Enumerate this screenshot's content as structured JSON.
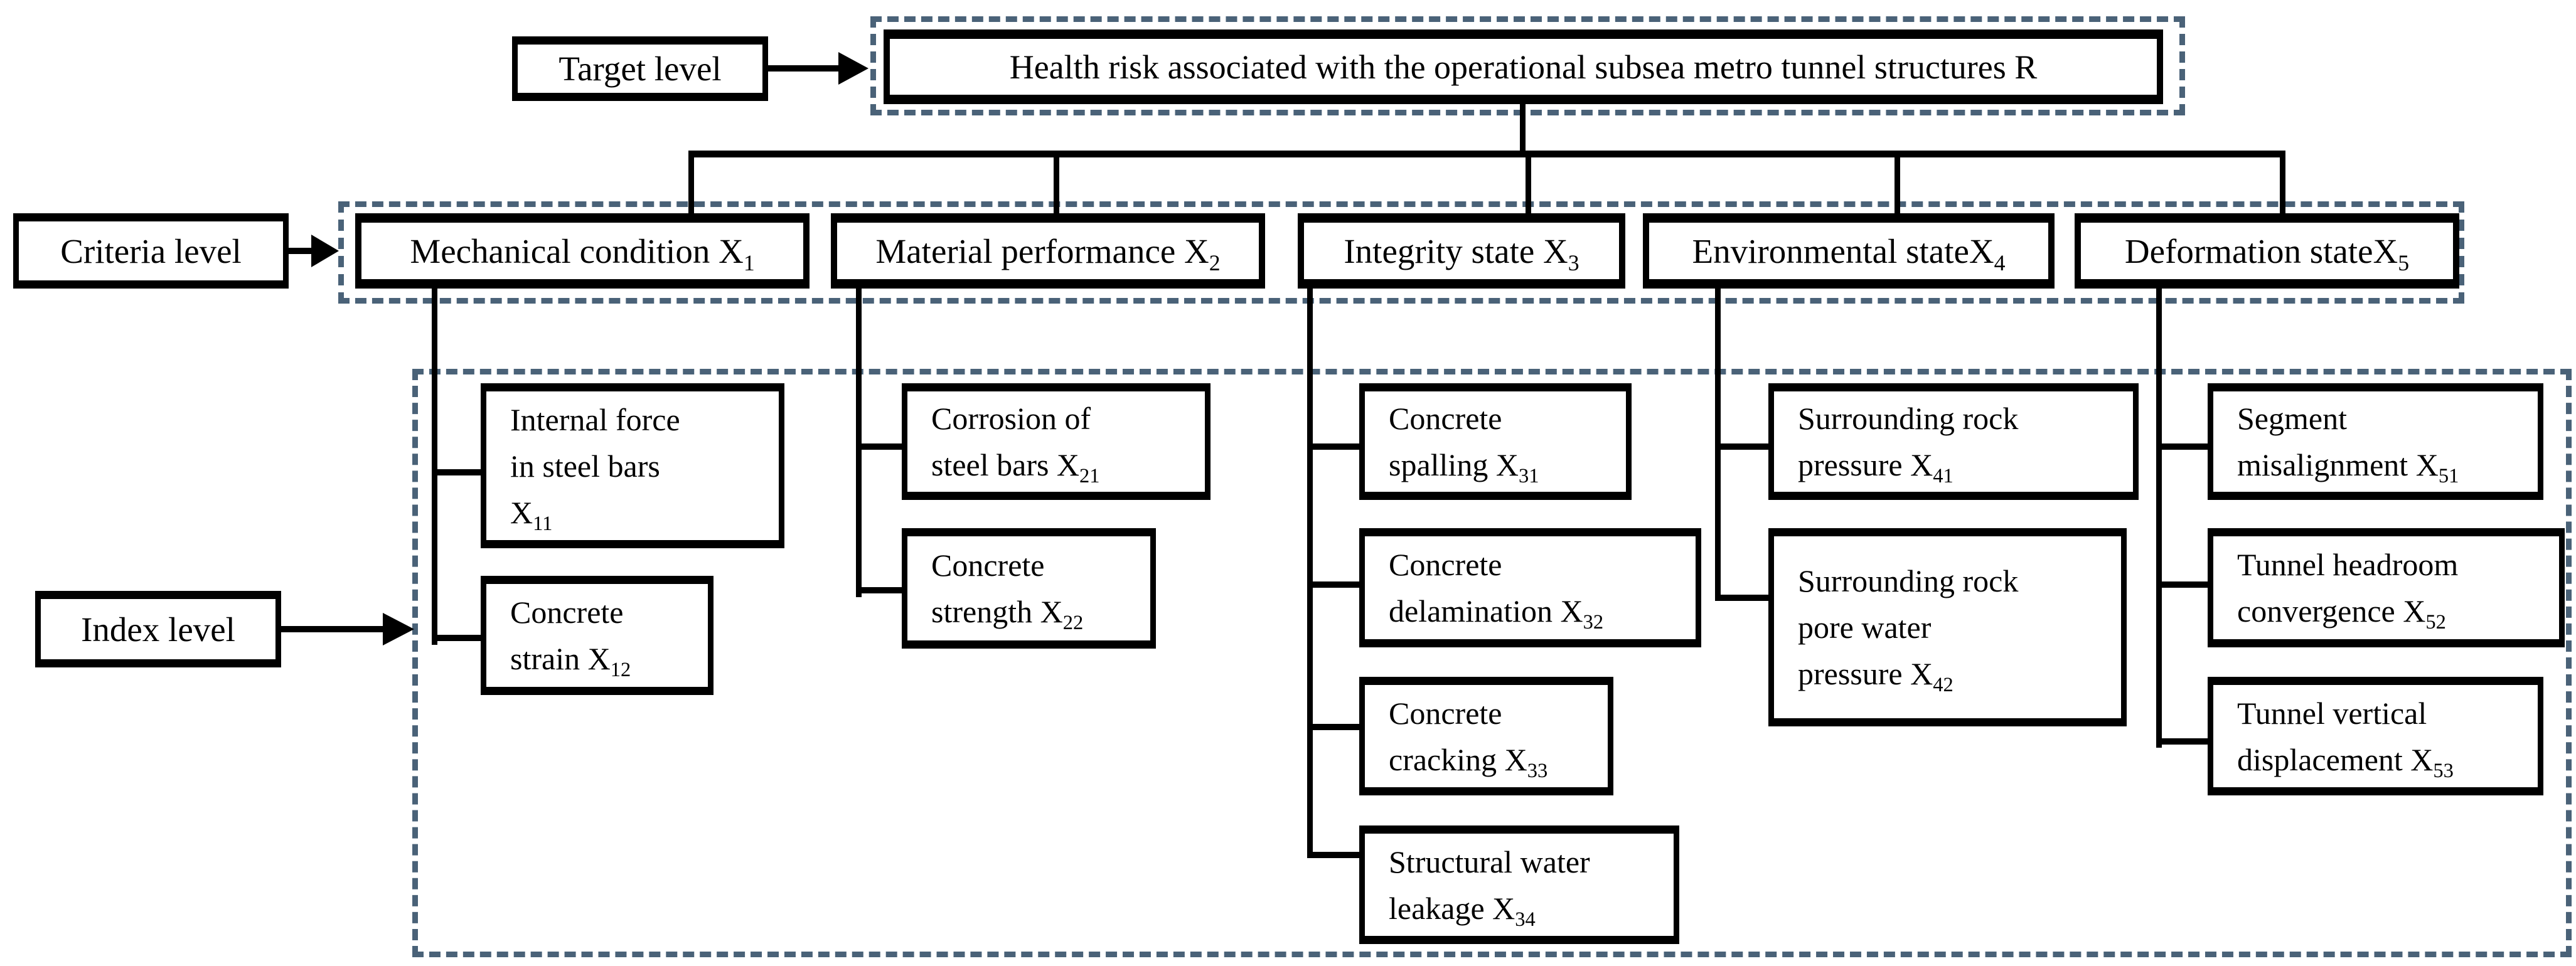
{
  "figure": {
    "type": "hierarchy-diagram",
    "background": "#ffffff",
    "colors": {
      "box_border": "#000000",
      "dashed_frame": "#4a6278",
      "text": "#000000",
      "connector": "#000000"
    }
  },
  "levels": {
    "target_label": "Target level",
    "criteria_label": "Criteria level",
    "index_label": "Index level"
  },
  "target": {
    "text": "Health risk associated with the operational subsea metro tunnel structures R"
  },
  "criteria": [
    {
      "id": "X1",
      "main": "Mechanical condition X",
      "sub": "1"
    },
    {
      "id": "X2",
      "main": "Material performance X",
      "sub": "2"
    },
    {
      "id": "X3",
      "main": "Integrity state X",
      "sub": "3"
    },
    {
      "id": "X4",
      "main": "Environmental stateX",
      "sub": "4"
    },
    {
      "id": "X5",
      "main": "Deformation stateX",
      "sub": "5"
    }
  ],
  "index": [
    {
      "id": "X11",
      "parent": "X1",
      "main": "Internal force\nin steel bars\nX",
      "sub": "11"
    },
    {
      "id": "X12",
      "parent": "X1",
      "main": "Concrete\nstrain X",
      "sub": "12"
    },
    {
      "id": "X21",
      "parent": "X2",
      "main": "Corrosion of\nsteel bars X",
      "sub": "21"
    },
    {
      "id": "X22",
      "parent": "X2",
      "main": "Concrete\nstrength X",
      "sub": "22"
    },
    {
      "id": "X31",
      "parent": "X3",
      "main": "Concrete\nspalling X",
      "sub": "31"
    },
    {
      "id": "X32",
      "parent": "X3",
      "main": "Concrete\ndelamination X",
      "sub": "32"
    },
    {
      "id": "X33",
      "parent": "X3",
      "main": "Concrete\ncracking X",
      "sub": "33"
    },
    {
      "id": "X34",
      "parent": "X3",
      "main": "Structural water\nleakage X",
      "sub": "34"
    },
    {
      "id": "X41",
      "parent": "X4",
      "main": "Surrounding rock\npressure X",
      "sub": "41"
    },
    {
      "id": "X42",
      "parent": "X4",
      "main": "Surrounding rock\npore water\npressure X",
      "sub": "42"
    },
    {
      "id": "X51",
      "parent": "X5",
      "main": "Segment\nmisalignment X",
      "sub": "51"
    },
    {
      "id": "X52",
      "parent": "X5",
      "main": "Tunnel headroom\nconvergence X",
      "sub": "52"
    },
    {
      "id": "X53",
      "parent": "X5",
      "main": "Tunnel vertical\ndisplacement X",
      "sub": "53"
    }
  ]
}
